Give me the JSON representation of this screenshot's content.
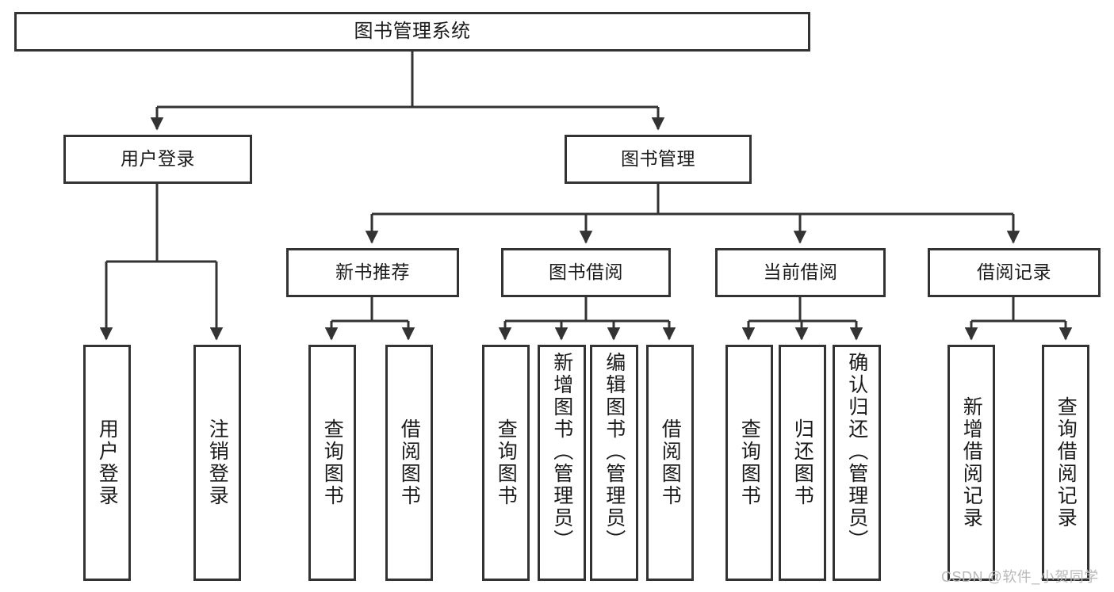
{
  "diagram": {
    "type": "hierarchy-tree",
    "title": "图书管理系统",
    "watermark": "CSDN @软件_小贺同学",
    "stroke_color": "#333333",
    "background_color": "#ffffff",
    "text_color": "#1a1a1a",
    "nodes": {
      "root": {
        "label": "图书管理系统",
        "level": 0
      },
      "l1": [
        {
          "id": "user-login",
          "label": "用户登录",
          "level": 1
        },
        {
          "id": "book-manage",
          "label": "图书管理",
          "level": 1
        }
      ],
      "l2": [
        {
          "id": "new-book-recommend",
          "label": "新书推荐",
          "level": 2,
          "parent": "book-manage"
        },
        {
          "id": "book-borrow",
          "label": "图书借阅",
          "level": 2,
          "parent": "book-manage"
        },
        {
          "id": "current-borrow",
          "label": "当前借阅",
          "level": 2,
          "parent": "book-manage"
        },
        {
          "id": "borrow-record",
          "label": "借阅记录",
          "level": 2,
          "parent": "book-manage"
        }
      ],
      "leaves": [
        {
          "id": "leaf-user-login",
          "label": "用户登录",
          "parent": "user-login"
        },
        {
          "id": "leaf-user-logout",
          "label": "注销登录",
          "parent": "user-login"
        },
        {
          "id": "leaf-query-book-1",
          "label": "查询图书",
          "parent": "new-book-recommend"
        },
        {
          "id": "leaf-borrow-book-1",
          "label": "借阅图书",
          "parent": "new-book-recommend"
        },
        {
          "id": "leaf-query-book-2",
          "label": "查询图书",
          "parent": "book-borrow"
        },
        {
          "id": "leaf-add-book",
          "label": "新增图书（管理员）",
          "parent": "book-borrow"
        },
        {
          "id": "leaf-edit-book",
          "label": "编辑图书（管理员）",
          "parent": "book-borrow"
        },
        {
          "id": "leaf-borrow-book-2",
          "label": "借阅图书",
          "parent": "book-borrow"
        },
        {
          "id": "leaf-query-book-3",
          "label": "查询图书",
          "parent": "current-borrow"
        },
        {
          "id": "leaf-return-book",
          "label": "归还图书",
          "parent": "current-borrow"
        },
        {
          "id": "leaf-confirm-return",
          "label": "确认归还（管理员）",
          "parent": "current-borrow"
        },
        {
          "id": "leaf-add-record",
          "label": "新增借阅记录",
          "parent": "borrow-record"
        },
        {
          "id": "leaf-query-record",
          "label": "查询借阅记录",
          "parent": "borrow-record"
        }
      ]
    }
  }
}
